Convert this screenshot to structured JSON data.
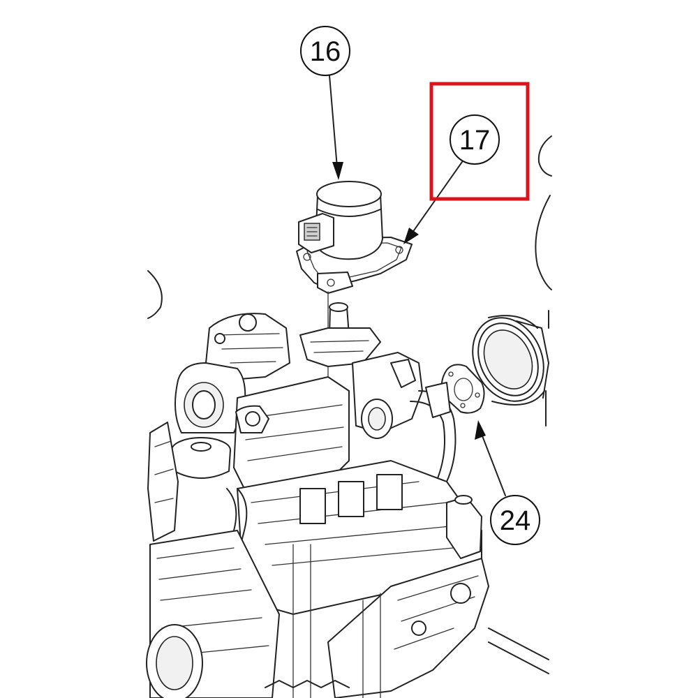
{
  "callouts": {
    "part_16": "16",
    "part_17": "17",
    "part_24": "24"
  },
  "colors": {
    "highlight_box": "#d8141c",
    "line": "#222222",
    "background": "#ffffff"
  },
  "highlighted_callout": "17"
}
